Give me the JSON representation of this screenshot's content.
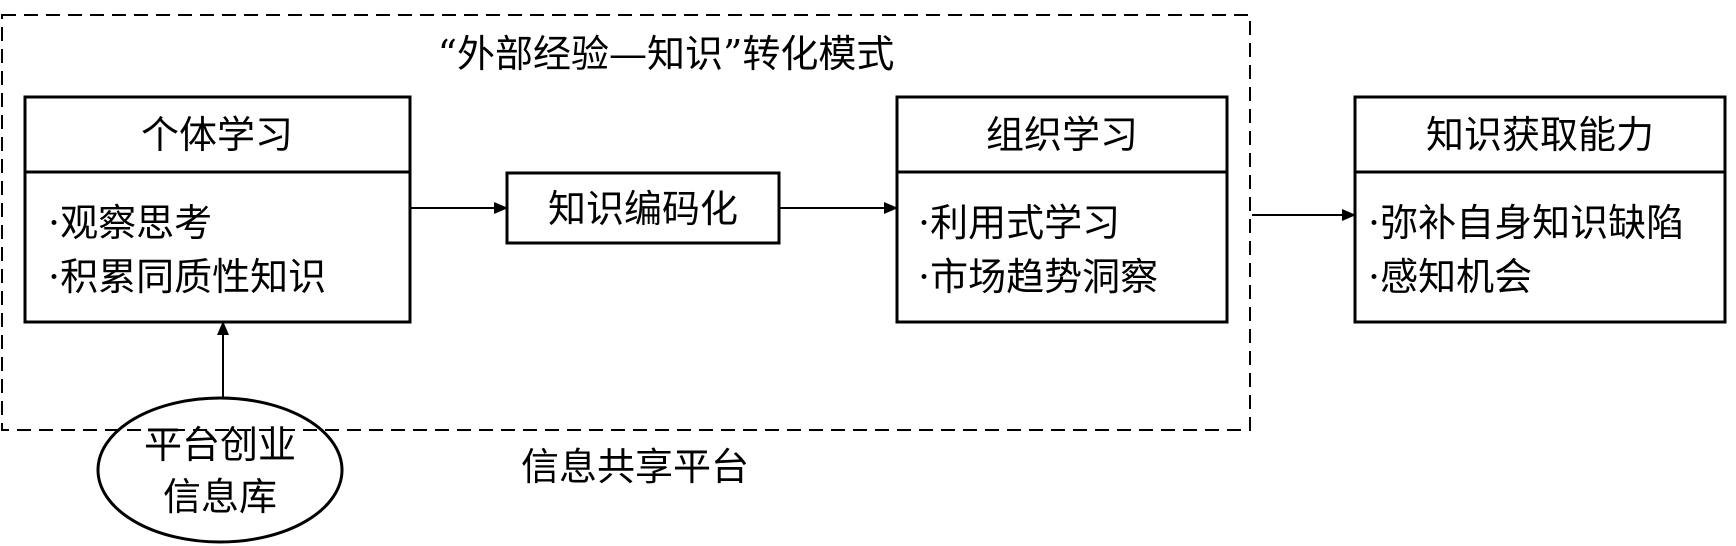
{
  "diagram": {
    "mode_title": "“外部经验—知识”转化模式",
    "platform_label": "信息共享平台",
    "individual": {
      "title": "个体学习",
      "items": [
        "·观察思考",
        "·积累同质性知识"
      ]
    },
    "codification": {
      "label": "知识编码化"
    },
    "organizational": {
      "title": "组织学习",
      "items": [
        "·利用式学习",
        "·市场趋势洞察"
      ]
    },
    "capability": {
      "title": "知识获取能力",
      "items": [
        "·弥补自身知识缺陷",
        "·感知机会"
      ]
    },
    "database": {
      "lines": [
        "平台创业",
        "信息库"
      ]
    }
  }
}
